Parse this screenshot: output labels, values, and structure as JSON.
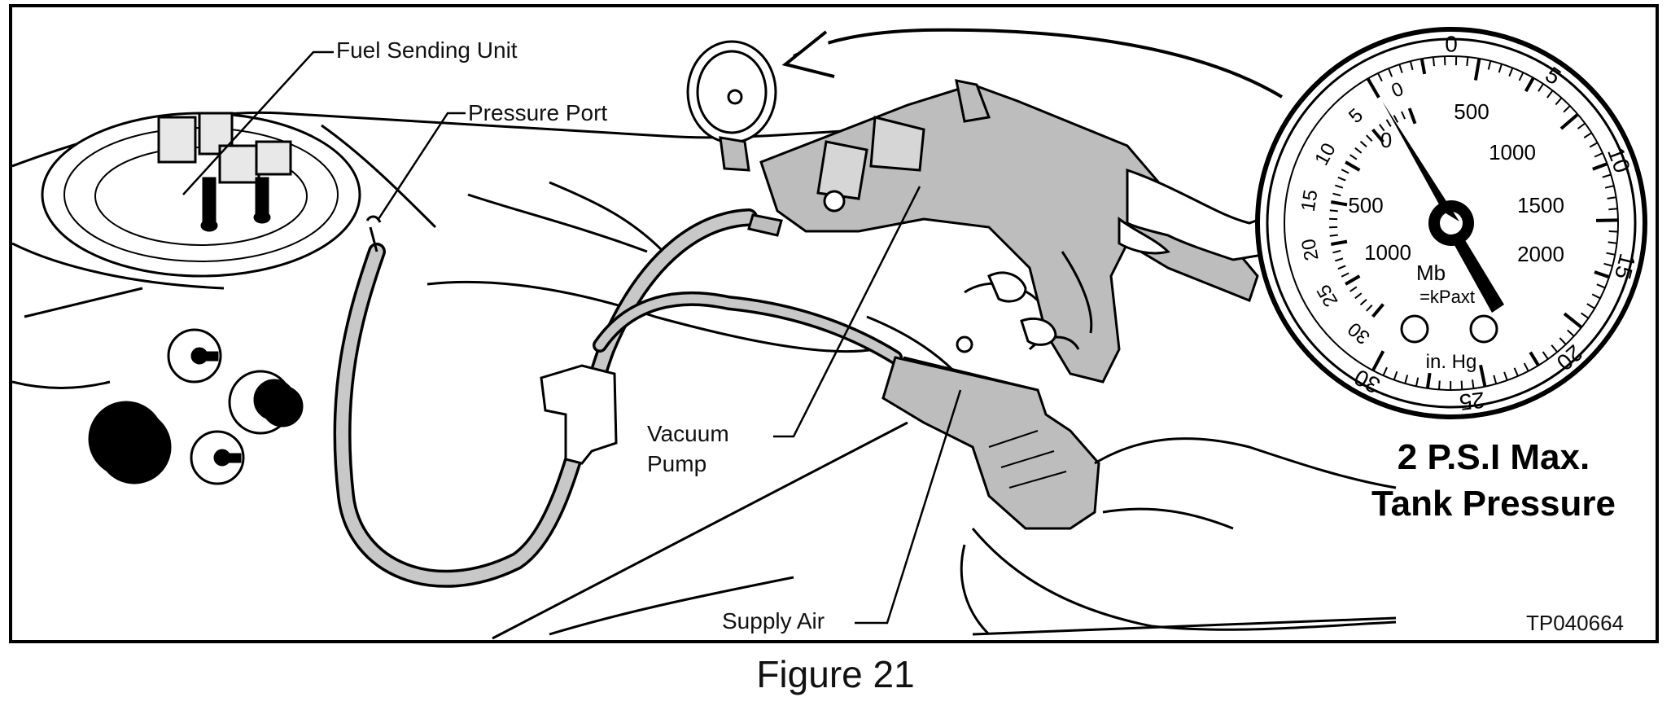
{
  "labels": {
    "fuel_sending_unit": "Fuel Sending Unit",
    "pressure_port": "Pressure Port",
    "vacuum_pump_line1": "Vacuum",
    "vacuum_pump_line2": "Pump",
    "supply_air": "Supply Air",
    "max_pressure_line1": "2 P.S.I Max.",
    "max_pressure_line2": "Tank Pressure",
    "part_number": "TP040664"
  },
  "gauge": {
    "psi_outer": [
      "0",
      "5",
      "10",
      "15",
      "20",
      "25",
      "30"
    ],
    "inhg_left": [
      "0",
      "5",
      "10",
      "15",
      "20",
      "25",
      "30"
    ],
    "mb_inner": [
      "0",
      "500",
      "1000",
      "1500",
      "2000"
    ],
    "mb_inner_left": [
      "500",
      "1000"
    ],
    "unit_mb": "Mb",
    "unit_kpa": "=kPaxt",
    "unit_inhg": "in. Hg"
  },
  "caption": "Figure 21",
  "colors": {
    "line": "#000000",
    "hose_fill": "#c8c8c8",
    "tool_fill": "#bdbdbd",
    "background": "#ffffff"
  }
}
